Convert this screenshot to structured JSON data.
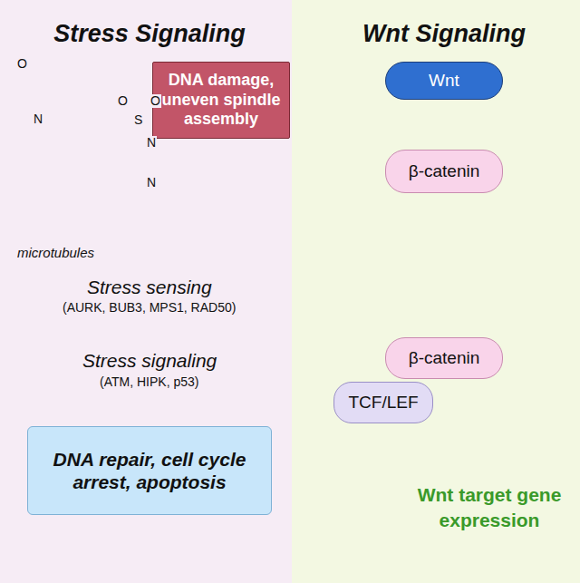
{
  "diagram": {
    "nodes": [
      {
        "text": [
          "Stress Signaling"
        ]
      },
      {
        "text": [
          "DNA damage, uneven spindle assembly"
        ],
        "in": 0
      },
      {
        "text": [
          "DNA repair, cell cycle arrest, apoptosis"
        ],
        "in": 0
      },
      {
        "text": [
          "Wnt Signaling"
        ]
      },
      {
        "text": [
          "Wnt"
        ],
        "in": 3
      },
      {
        "text": [
          "β-catenin"
        ],
        "in": 3
      },
      {
        "text": [
          "β-catenin"
        ],
        "in": 3
      },
      {
        "text": [
          "TCF/LEF"
        ],
        "in": 3
      }
    ],
    "edges": [
      {
        "from": 4,
        "to": 5,
        "arrow": "to"
      },
      {
        "from": 5,
        "to": 6,
        "arrow": "to"
      }
    ],
    "labels": [
      "O",
      "N",
      "O",
      "O",
      "S",
      "N",
      "N",
      "microtubules",
      "Stress sensing",
      "(AURK, BUB3, MPS1, RAD50)",
      "Stress signaling",
      "(ATM, HIPK, p53)",
      "Wnt target gene expression"
    ]
  }
}
